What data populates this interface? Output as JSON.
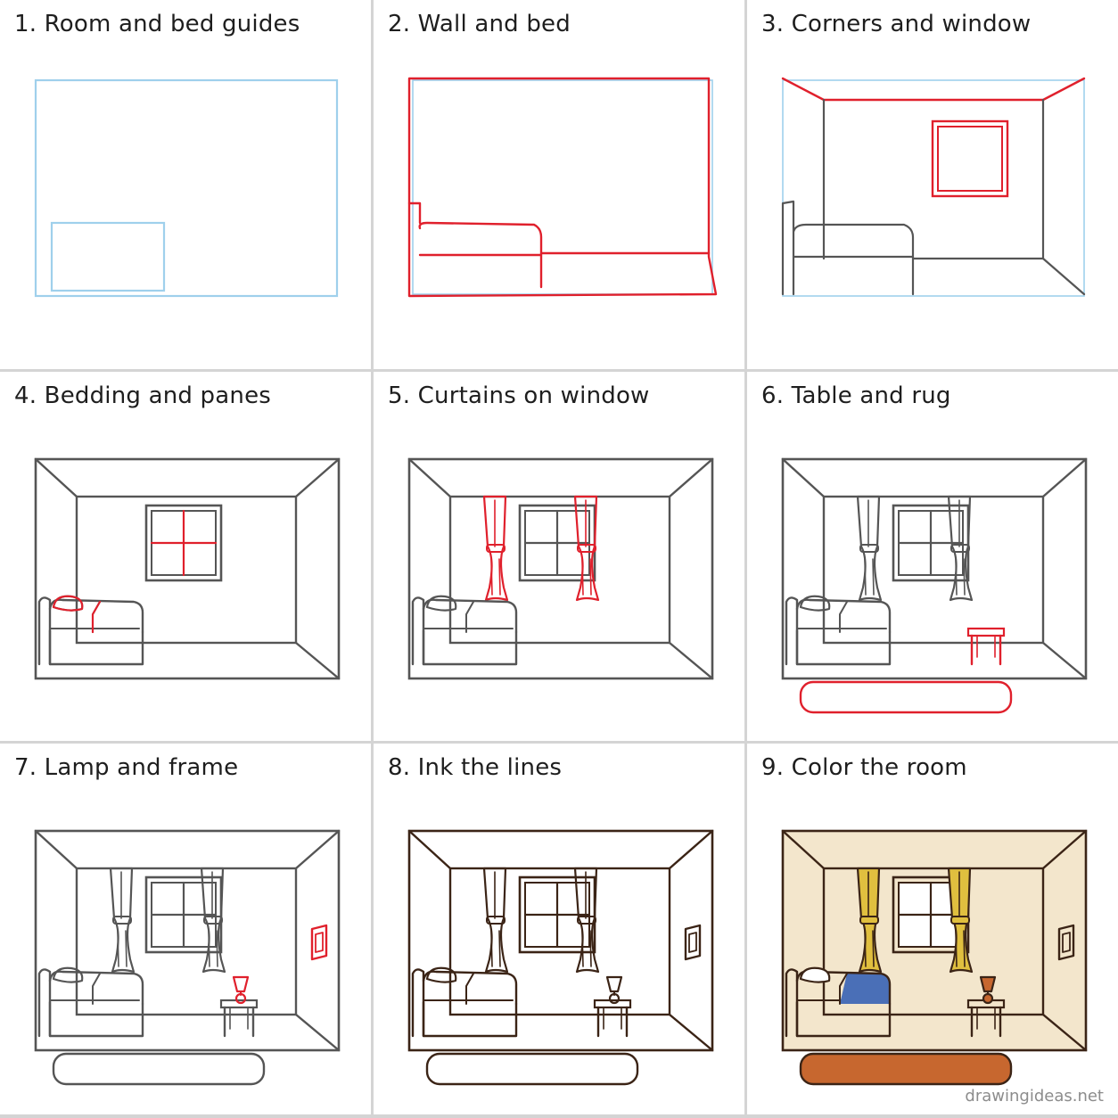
{
  "steps": [
    {
      "title": "1. Room and bed guides"
    },
    {
      "title": "2. Wall and bed"
    },
    {
      "title": "3. Corners and window"
    },
    {
      "title": "4. Bedding and panes"
    },
    {
      "title": "5. Curtains on window"
    },
    {
      "title": "6. Table and rug"
    },
    {
      "title": "7. Lamp and frame"
    },
    {
      "title": "8. Ink the lines"
    },
    {
      "title": "9. Color the room"
    }
  ],
  "watermark": "drawingideas.net",
  "colors": {
    "guide": "#9fd0ec",
    "highlight": "#e0202c",
    "pencil": "#555555",
    "ink": "#3b2416",
    "wall": "#f3e6cc",
    "curtain": "#e0bf3f",
    "blanket": "#4a6fb7",
    "rug": "#c7672f",
    "lamp": "#c7672f"
  }
}
